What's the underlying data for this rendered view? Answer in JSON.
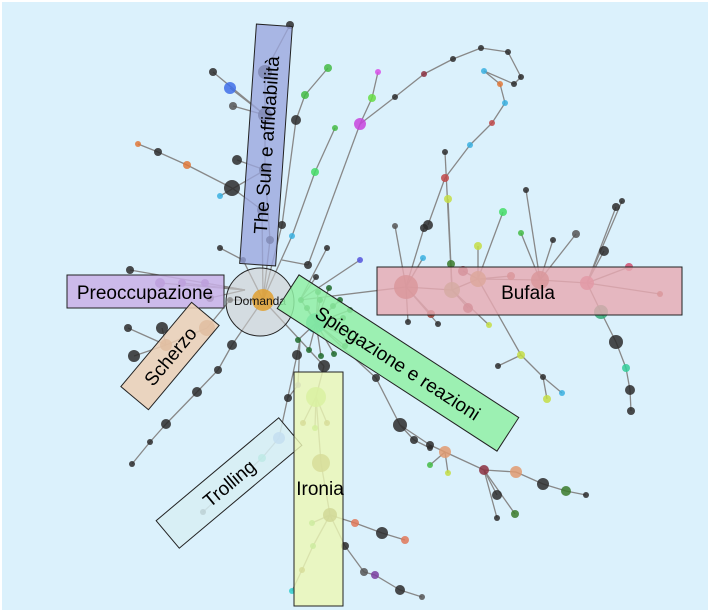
{
  "diagram": {
    "root_label": "Domanda",
    "categories": [
      {
        "id": "sun",
        "label": "The Sun e affidabilità",
        "color": "#9aa5dc"
      },
      {
        "id": "preoccupazione",
        "label": "Preoccupazione",
        "color": "#c9b0e6"
      },
      {
        "id": "scherzo",
        "label": "Scherzo",
        "color": "#eccfb4"
      },
      {
        "id": "trolling",
        "label": "Trolling",
        "color": "#d7eef3"
      },
      {
        "id": "ironia",
        "label": "Ironia",
        "color": "#ecf7b4"
      },
      {
        "id": "spiegazione",
        "label": "Spiegazione e reazioni",
        "color": "#90f0a4"
      },
      {
        "id": "bufala",
        "label": "Bufala",
        "color": "#e6a9b2"
      }
    ],
    "colors": {
      "background": "#dbf1fc",
      "frame": "#ffffff",
      "edge": "#888888",
      "root_fill": "#cfcfcf",
      "root_node": "#e0a030",
      "node_default": "#2b2b2b"
    }
  }
}
